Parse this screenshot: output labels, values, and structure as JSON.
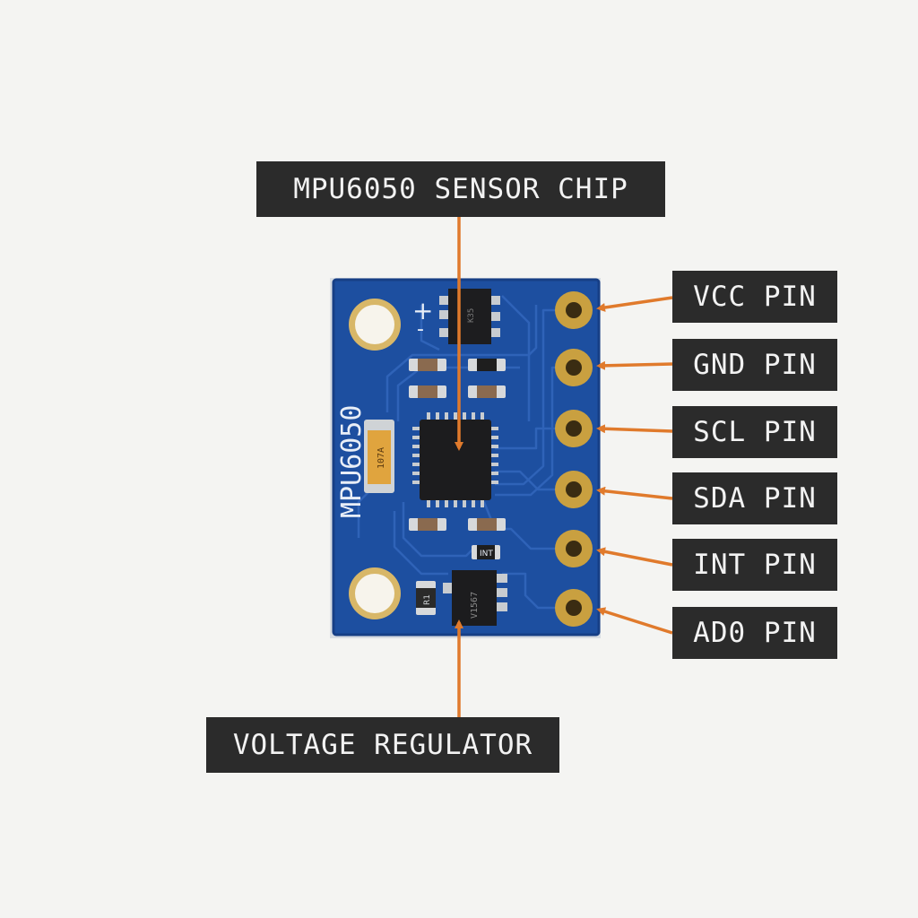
{
  "labels": {
    "sensor_chip": "MPU6050 SENSOR CHIP",
    "voltage_regulator": "VOLTAGE REGULATOR",
    "pins": [
      "VCC PIN",
      "GND PIN",
      "SCL PIN",
      "SDA PIN",
      "INT PIN",
      "AD0 PIN"
    ]
  },
  "board": {
    "silkscreen": "MPU6050",
    "plus_sign": "+",
    "minus_sign": "-",
    "capacitor_marking": "107A",
    "int_marking": "INT",
    "regulator_marking": "V1567",
    "r1_marking": "R1",
    "top_ic_marking": "K35"
  },
  "colors": {
    "pcb": "#1d4fa0",
    "pcb_edge": "#173f86",
    "gold": "#c9a040",
    "arrow": "#e07a2c",
    "label_bg": "#2b2b2b",
    "label_text": "#f2f2f2"
  }
}
